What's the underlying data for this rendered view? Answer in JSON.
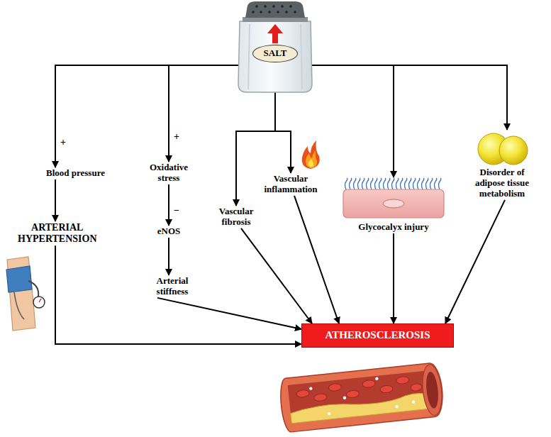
{
  "diagram": {
    "nodes": [
      {
        "text": [
          "SALT"
        ]
      },
      {
        "text": [
          "Blood pressure"
        ]
      },
      {
        "text": [
          "ARTERIAL HYPERTENSION"
        ]
      },
      {
        "text": [
          "Oxidative stress"
        ]
      },
      {
        "text": [
          "eNOS"
        ]
      },
      {
        "text": [
          "Arterial stiffness"
        ]
      },
      {
        "text": [
          "Vascular fibrosis"
        ]
      },
      {
        "text": [
          "Vascular inflammation"
        ]
      },
      {
        "text": [
          "Glycocalyx injury"
        ]
      },
      {
        "text": [
          "Disorder of adipose tissue metabolism"
        ]
      },
      {
        "text": [
          "ATHEROSCLEROSIS"
        ]
      }
    ],
    "edges": [
      {
        "from": 0,
        "to": 1,
        "label": "+",
        "arrow": "to"
      },
      {
        "from": 0,
        "to": 3,
        "label": "+",
        "arrow": "to"
      },
      {
        "from": 0,
        "to": 6,
        "arrow": "to"
      },
      {
        "from": 0,
        "to": 7,
        "arrow": "to"
      },
      {
        "from": 0,
        "to": 8,
        "arrow": "to"
      },
      {
        "from": 0,
        "to": 9,
        "arrow": "to"
      },
      {
        "from": 1,
        "to": 2,
        "arrow": "to"
      },
      {
        "from": 3,
        "to": 4,
        "label": "−",
        "arrow": "to"
      },
      {
        "from": 4,
        "to": 5,
        "arrow": "to"
      },
      {
        "from": 2,
        "to": 10,
        "arrow": "to"
      },
      {
        "from": 5,
        "to": 10,
        "arrow": "to"
      },
      {
        "from": 6,
        "to": 10,
        "arrow": "to"
      },
      {
        "from": 7,
        "to": 10,
        "arrow": "to"
      },
      {
        "from": 8,
        "to": 10,
        "arrow": "to"
      },
      {
        "from": 9,
        "to": 10,
        "arrow": "to"
      }
    ]
  }
}
